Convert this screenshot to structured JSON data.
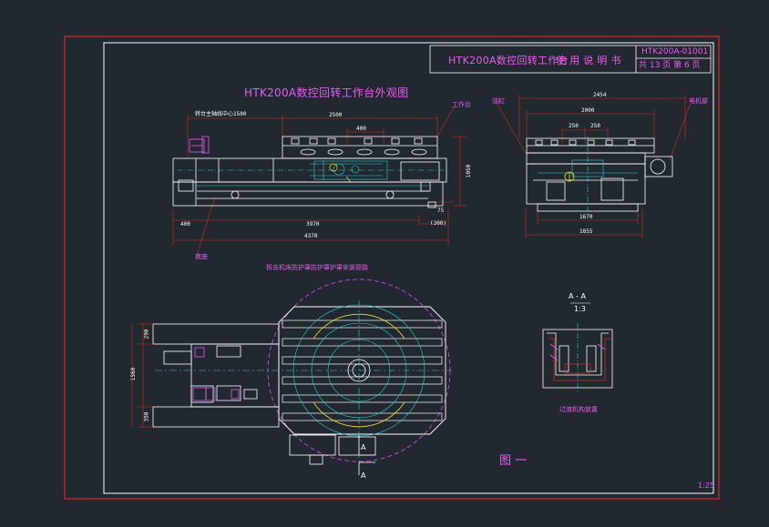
{
  "title_block": {
    "product_title": "HTK200A数控回转工作台",
    "doc_type": "使 用 说 明 书",
    "drawing_no": "HTK200A-01001",
    "sheet_info": "共 13 页 第 6 页"
  },
  "drawing": {
    "view_title": "HTK200A数控回转工作台外观图",
    "note_bottom": "拆去机床防护罩防护罩护罩安装管路",
    "section_label": "A - A",
    "section_scale": "1:3",
    "section_caption": "过渡机构放置",
    "figure_label": "图 一",
    "sheet_scale": "1:25",
    "arrow_label": "A"
  },
  "dimensions": {
    "front": {
      "top_left": "转台主轴线中心1500",
      "top_span": "2500",
      "center_span": "400",
      "height": "1050",
      "left_offset": "400",
      "mid_span": "3970",
      "right_small": "75",
      "right_bracket": "(300)",
      "overall": "4370",
      "label_table": "工作台",
      "label_base": "底座"
    },
    "side": {
      "overall_top": "2454",
      "table_width": "2000",
      "slot_pitch_a": "250",
      "slot_pitch_b": "250",
      "base_width": "1670",
      "bottom_width": "1855",
      "label_left": "油缸",
      "label_right": "电机部"
    },
    "plan": {
      "upper": "290",
      "total": "1560",
      "lower": "350"
    }
  },
  "colors": {
    "background": "#212830",
    "border": "#d8262b",
    "title_text": "#e85cf0",
    "geometry": "#ffffff",
    "dimension": "#d8262b",
    "center_line": "#2fd1d1",
    "yellow_part": "#e6e230",
    "section_circle": "#c64bd6"
  }
}
